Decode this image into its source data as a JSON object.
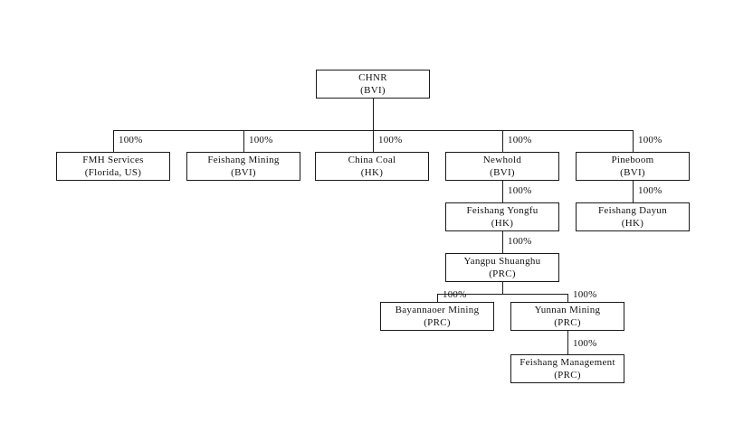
{
  "diagram": {
    "type": "org-chart",
    "ownership_note": "all depicted ownership percentages are 100%",
    "nodes": {
      "chnr": {
        "name": "CHNR",
        "jurisdiction": "(BVI)"
      },
      "fmh_services": {
        "name": "FMH Services",
        "jurisdiction": "(Florida,  US)"
      },
      "feishang_mining": {
        "name": "Feishang  Mining",
        "jurisdiction": "(BVI)"
      },
      "china_coal": {
        "name": "China  Coal",
        "jurisdiction": "(HK)"
      },
      "newhold": {
        "name": "Newhold",
        "jurisdiction": "(BVI)"
      },
      "pineboom": {
        "name": "Pineboom",
        "jurisdiction": "(BVI)"
      },
      "feishang_yongfu": {
        "name": "Feishang  Yongfu",
        "jurisdiction": "(HK)"
      },
      "feishang_dayun": {
        "name": "Feishang  Dayun",
        "jurisdiction": "(HK)"
      },
      "yangpu_shuanghu": {
        "name": "Yangpu  Shuanghu",
        "jurisdiction": "(PRC)"
      },
      "bayannaoer_mining": {
        "name": "Bayannaoer  Mining",
        "jurisdiction": "(PRC)"
      },
      "yunnan_mining": {
        "name": "Yunnan  Mining",
        "jurisdiction": "(PRC)"
      },
      "feishang_mgmt": {
        "name": "Feishang  Management",
        "jurisdiction": "(PRC)"
      }
    },
    "edges": [
      {
        "from": "chnr",
        "to": "fmh_services",
        "label": "100%"
      },
      {
        "from": "chnr",
        "to": "feishang_mining",
        "label": "100%"
      },
      {
        "from": "chnr",
        "to": "china_coal",
        "label": "100%"
      },
      {
        "from": "chnr",
        "to": "newhold",
        "label": "100%"
      },
      {
        "from": "chnr",
        "to": "pineboom",
        "label": "100%"
      },
      {
        "from": "newhold",
        "to": "feishang_yongfu",
        "label": "100%"
      },
      {
        "from": "pineboom",
        "to": "feishang_dayun",
        "label": "100%"
      },
      {
        "from": "feishang_yongfu",
        "to": "yangpu_shuanghu",
        "label": "100%"
      },
      {
        "from": "yangpu_shuanghu",
        "to": "bayannaoer_mining",
        "label": "100%"
      },
      {
        "from": "yangpu_shuanghu",
        "to": "yunnan_mining",
        "label": "100%"
      },
      {
        "from": "yunnan_mining",
        "to": "feishang_mgmt",
        "label": "100%"
      }
    ],
    "colors": {
      "line": "#1a1a1a",
      "text": "#111111",
      "background": "#ffffff"
    }
  }
}
